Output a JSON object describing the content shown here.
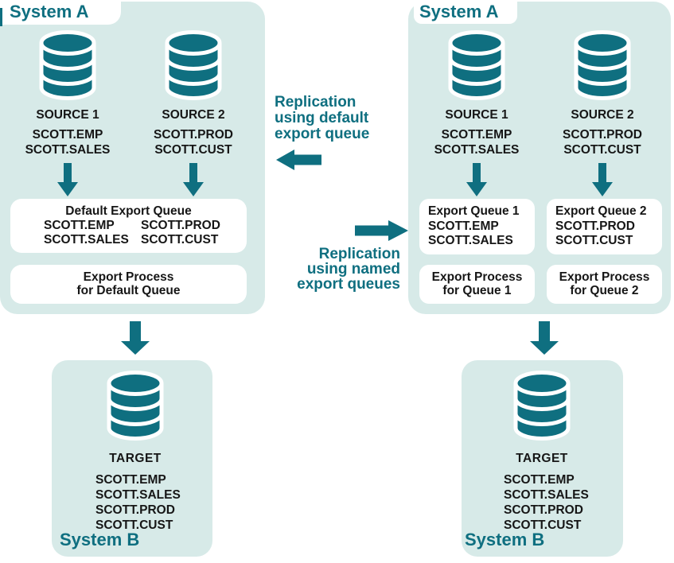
{
  "colors": {
    "accent_teal": "#0F6F80",
    "panel_background": "#D7EAE8",
    "box_background": "#FFFFFF",
    "text_black": "#161616"
  },
  "icons": {
    "database": "database-cylinder-icon",
    "arrow_down": "arrow-down-icon",
    "arrow_left": "arrow-left-icon",
    "arrow_right": "arrow-right-icon"
  },
  "captions": {
    "default_queue": [
      "Replication",
      "using default",
      "export queue"
    ],
    "named_queues": [
      "Replication",
      "using named",
      "export queues"
    ]
  },
  "default_queue_diagram": {
    "system_a_label": "System A",
    "sources": [
      {
        "name": "SOURCE 1",
        "tables": [
          "SCOTT.EMP",
          "SCOTT.SALES"
        ]
      },
      {
        "name": "SOURCE 2",
        "tables": [
          "SCOTT.PROD",
          "SCOTT.CUST"
        ]
      }
    ],
    "queue_box": {
      "title": "Default Export Queue",
      "col1": [
        "SCOTT.EMP",
        "SCOTT.SALES"
      ],
      "col2": [
        "SCOTT.PROD",
        "SCOTT.CUST"
      ]
    },
    "process_box": {
      "line1": "Export Process",
      "line2": "for Default Queue"
    },
    "system_b_label": "System B",
    "target": {
      "name": "TARGET",
      "tables": [
        "SCOTT.EMP",
        "SCOTT.SALES",
        "SCOTT.PROD",
        "SCOTT.CUST"
      ]
    }
  },
  "named_queue_diagram": {
    "system_a_label": "System A",
    "sources": [
      {
        "name": "SOURCE 1",
        "tables": [
          "SCOTT.EMP",
          "SCOTT.SALES"
        ]
      },
      {
        "name": "SOURCE 2",
        "tables": [
          "SCOTT.PROD",
          "SCOTT.CUST"
        ]
      }
    ],
    "queue_boxes": [
      {
        "title": "Export Queue 1",
        "tables": [
          "SCOTT.EMP",
          "SCOTT.SALES"
        ]
      },
      {
        "title": "Export Queue 2",
        "tables": [
          "SCOTT.PROD",
          "SCOTT.CUST"
        ]
      }
    ],
    "process_boxes": [
      {
        "line1": "Export Process",
        "line2": "for Queue 1"
      },
      {
        "line1": "Export Process",
        "line2": "for Queue 2"
      }
    ],
    "system_b_label": "System B",
    "target": {
      "name": "TARGET",
      "tables": [
        "SCOTT.EMP",
        "SCOTT.SALES",
        "SCOTT.PROD",
        "SCOTT.CUST"
      ]
    }
  }
}
